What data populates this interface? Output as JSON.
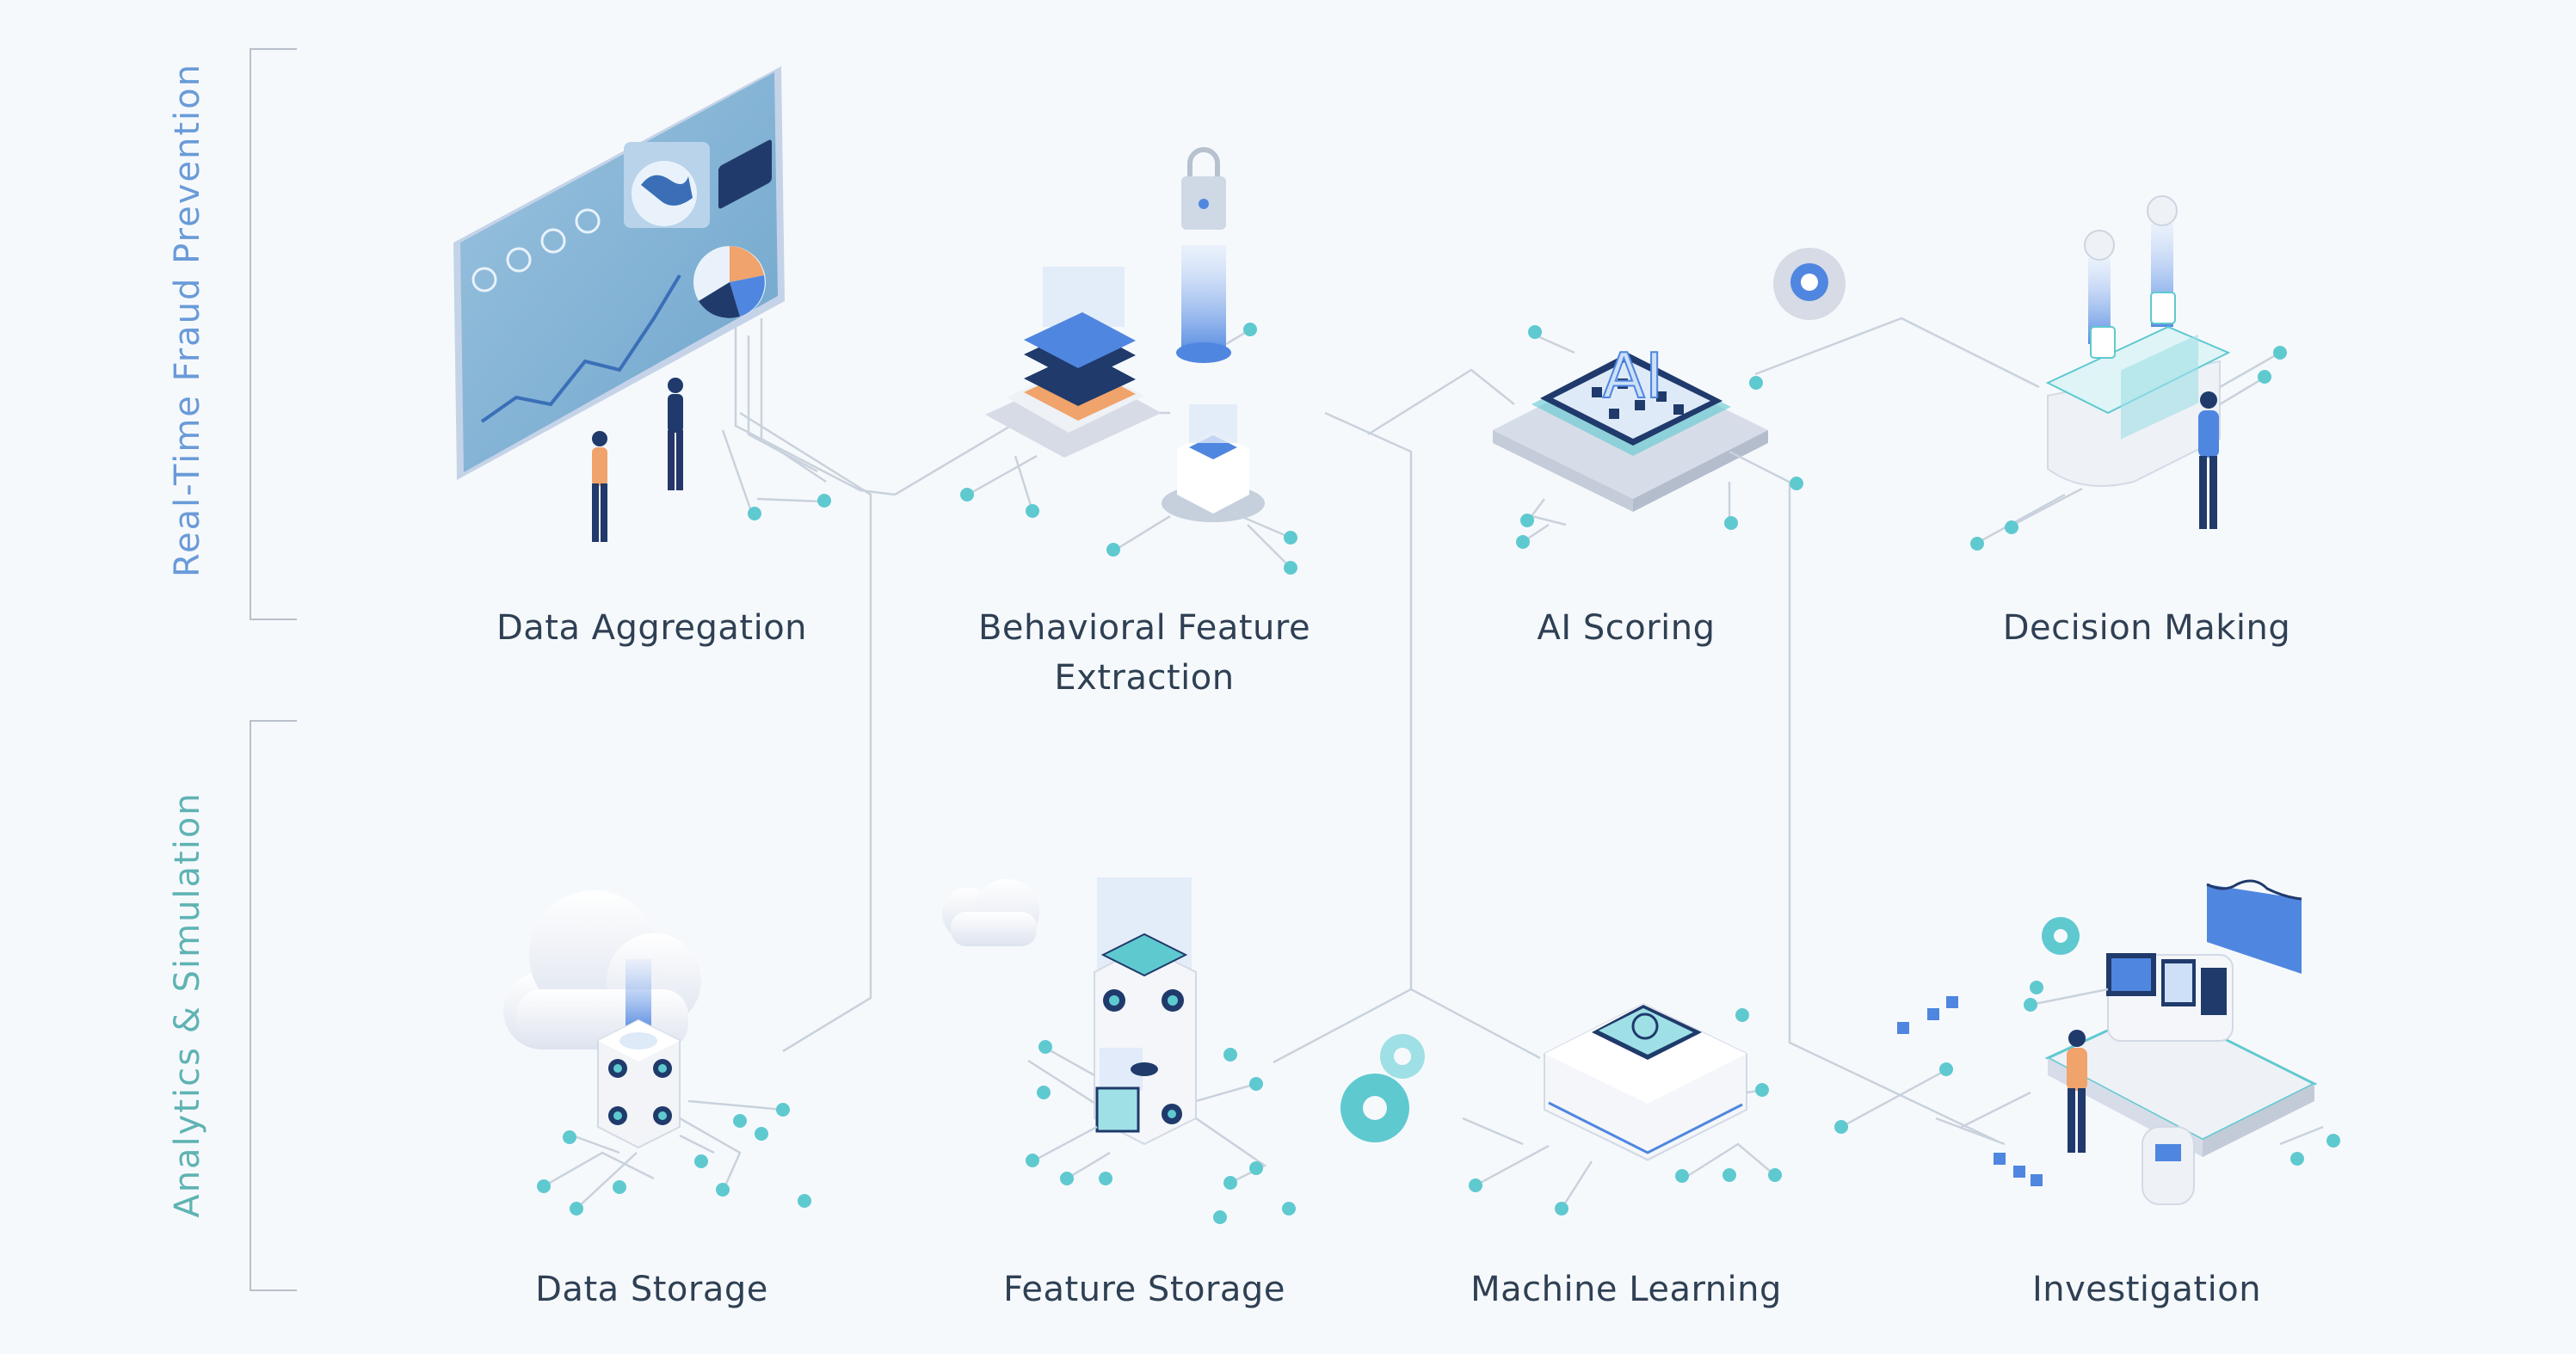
{
  "sections": [
    {
      "label": "Real-Time Fraud Prevention",
      "color": "#6a9bd8"
    },
    {
      "label": "Analytics & Simulation",
      "color": "#5fb3b3"
    }
  ],
  "top_row": [
    {
      "label": "Data Aggregation"
    },
    {
      "label": "Behavioral Feature\nExtraction"
    },
    {
      "label": "AI Scoring"
    },
    {
      "label": "Decision Making"
    }
  ],
  "bottom_row": [
    {
      "label": "Data Storage"
    },
    {
      "label": "Feature Storage"
    },
    {
      "label": "Machine Learning"
    },
    {
      "label": "Investigation"
    }
  ],
  "illustration_labels": {
    "ai_chip": "AI"
  },
  "colors": {
    "background": "#f6f9fc",
    "text": "#2f4054",
    "line": "#c9d2dc",
    "dot": "#5fc9d0",
    "accent_blue": "#4f86e0",
    "accent_navy": "#1f3a6b",
    "orange": "#f0a36b"
  }
}
